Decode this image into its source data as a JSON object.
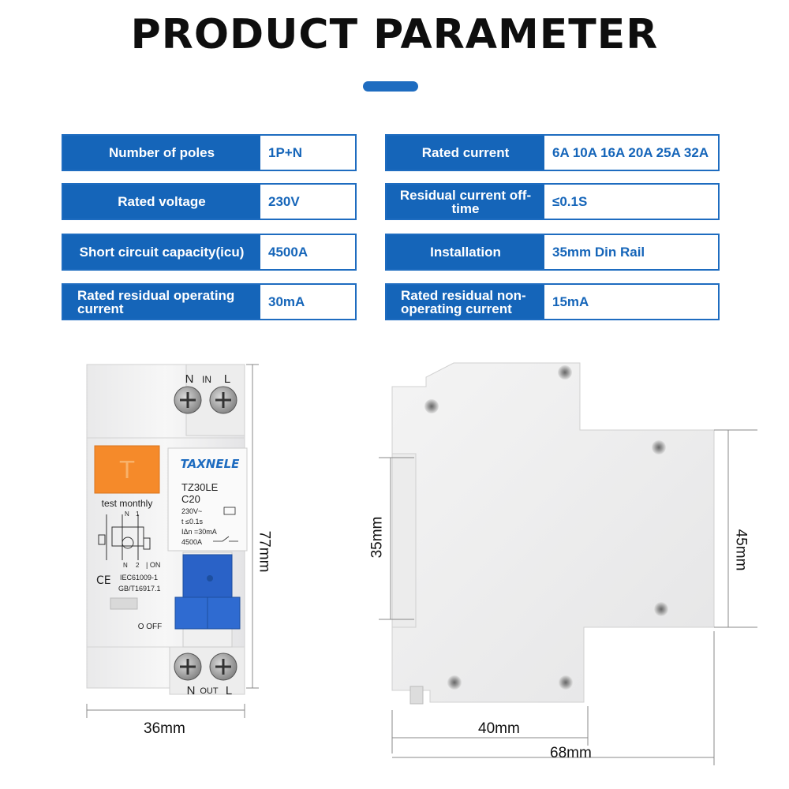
{
  "header": {
    "title": "PRODUCT PARAMETER"
  },
  "params_left": [
    {
      "label": "Number of poles",
      "value": "1P+N"
    },
    {
      "label": "Rated voltage",
      "value": "230V"
    },
    {
      "label": "Short circuit capacity(icu)",
      "value": "4500A"
    },
    {
      "label": "Rated residual  operating current",
      "value": "30mA"
    }
  ],
  "params_right": [
    {
      "label": "Rated current",
      "value": "6A 10A 16A 20A 25A 32A"
    },
    {
      "label": "Residual current off-time",
      "value": "≤0.1S"
    },
    {
      "label": "Installation",
      "value": "35mm Din Rail"
    },
    {
      "label": "Rated residual non-operating current",
      "value": "15mA"
    }
  ],
  "device": {
    "brand": "TAXNELE",
    "model": "TZ30LE",
    "rating": "C20",
    "voltage": "230V~",
    "time": "t  ≤0.1s",
    "residual": "IΔn =30mA",
    "capacity": "4500A",
    "test": "test monthly",
    "std1": "IEC61009-1",
    "std2": "GB/T16917.1",
    "ce": "CE",
    "off": "O OFF",
    "on": "| ON",
    "top_n": "N",
    "top_in": "IN",
    "top_l": "L",
    "bot_n": "N",
    "bot_out": "OUT",
    "bot_l": "L",
    "diag_n1": "N",
    "diag_1": "1",
    "diag_n2": "N",
    "diag_2": "2",
    "handle_mark": "T"
  },
  "dimensions": {
    "front_height": "77mm",
    "front_width": "36mm",
    "side_inner_height": "35mm",
    "side_outer_height": "45mm",
    "side_inner_width": "40mm",
    "side_outer_width": "68mm"
  },
  "colors": {
    "accent": "#1565b9",
    "handle": "#2a62c7",
    "test_button": "#f58a2a"
  }
}
